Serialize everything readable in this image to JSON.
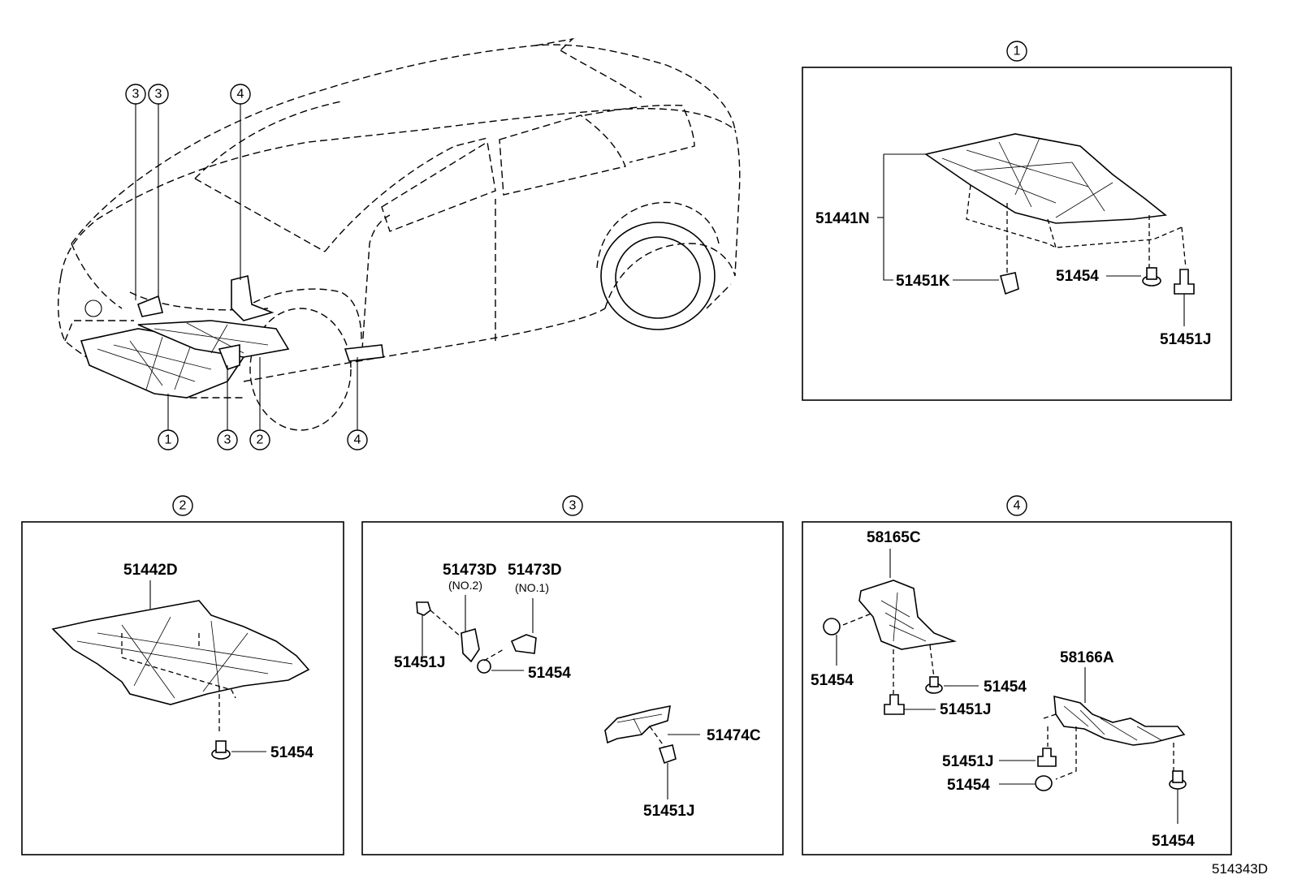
{
  "diagram_code": "514343D",
  "callouts": {
    "c1": "1",
    "c2": "2",
    "c3": "3",
    "c4": "4"
  },
  "panel1": {
    "title": "1",
    "parts": {
      "cover": "51441N",
      "clip": "51451K",
      "nut": "51454",
      "bolt": "51451J"
    }
  },
  "panel2": {
    "title": "2",
    "parts": {
      "cover": "51442D",
      "nut": "51454"
    }
  },
  "panel3": {
    "title": "3",
    "parts": {
      "bracket_no2": "51473D",
      "bracket_no2_sub": "(NO.2)",
      "bracket_no1": "51473D",
      "bracket_no1_sub": "(NO.1)",
      "bolt_a": "51451J",
      "nut": "51454",
      "seal": "51474C",
      "bolt_b": "51451J"
    }
  },
  "panel4": {
    "title": "4",
    "parts": {
      "guard_a": "58165C",
      "nut_left": "51454",
      "nut_mid": "51454",
      "bolt_mid": "51451J",
      "guard_b": "58166A",
      "bolt_low": "51451J",
      "nut_low": "51454",
      "nut_bottom": "51454"
    }
  }
}
